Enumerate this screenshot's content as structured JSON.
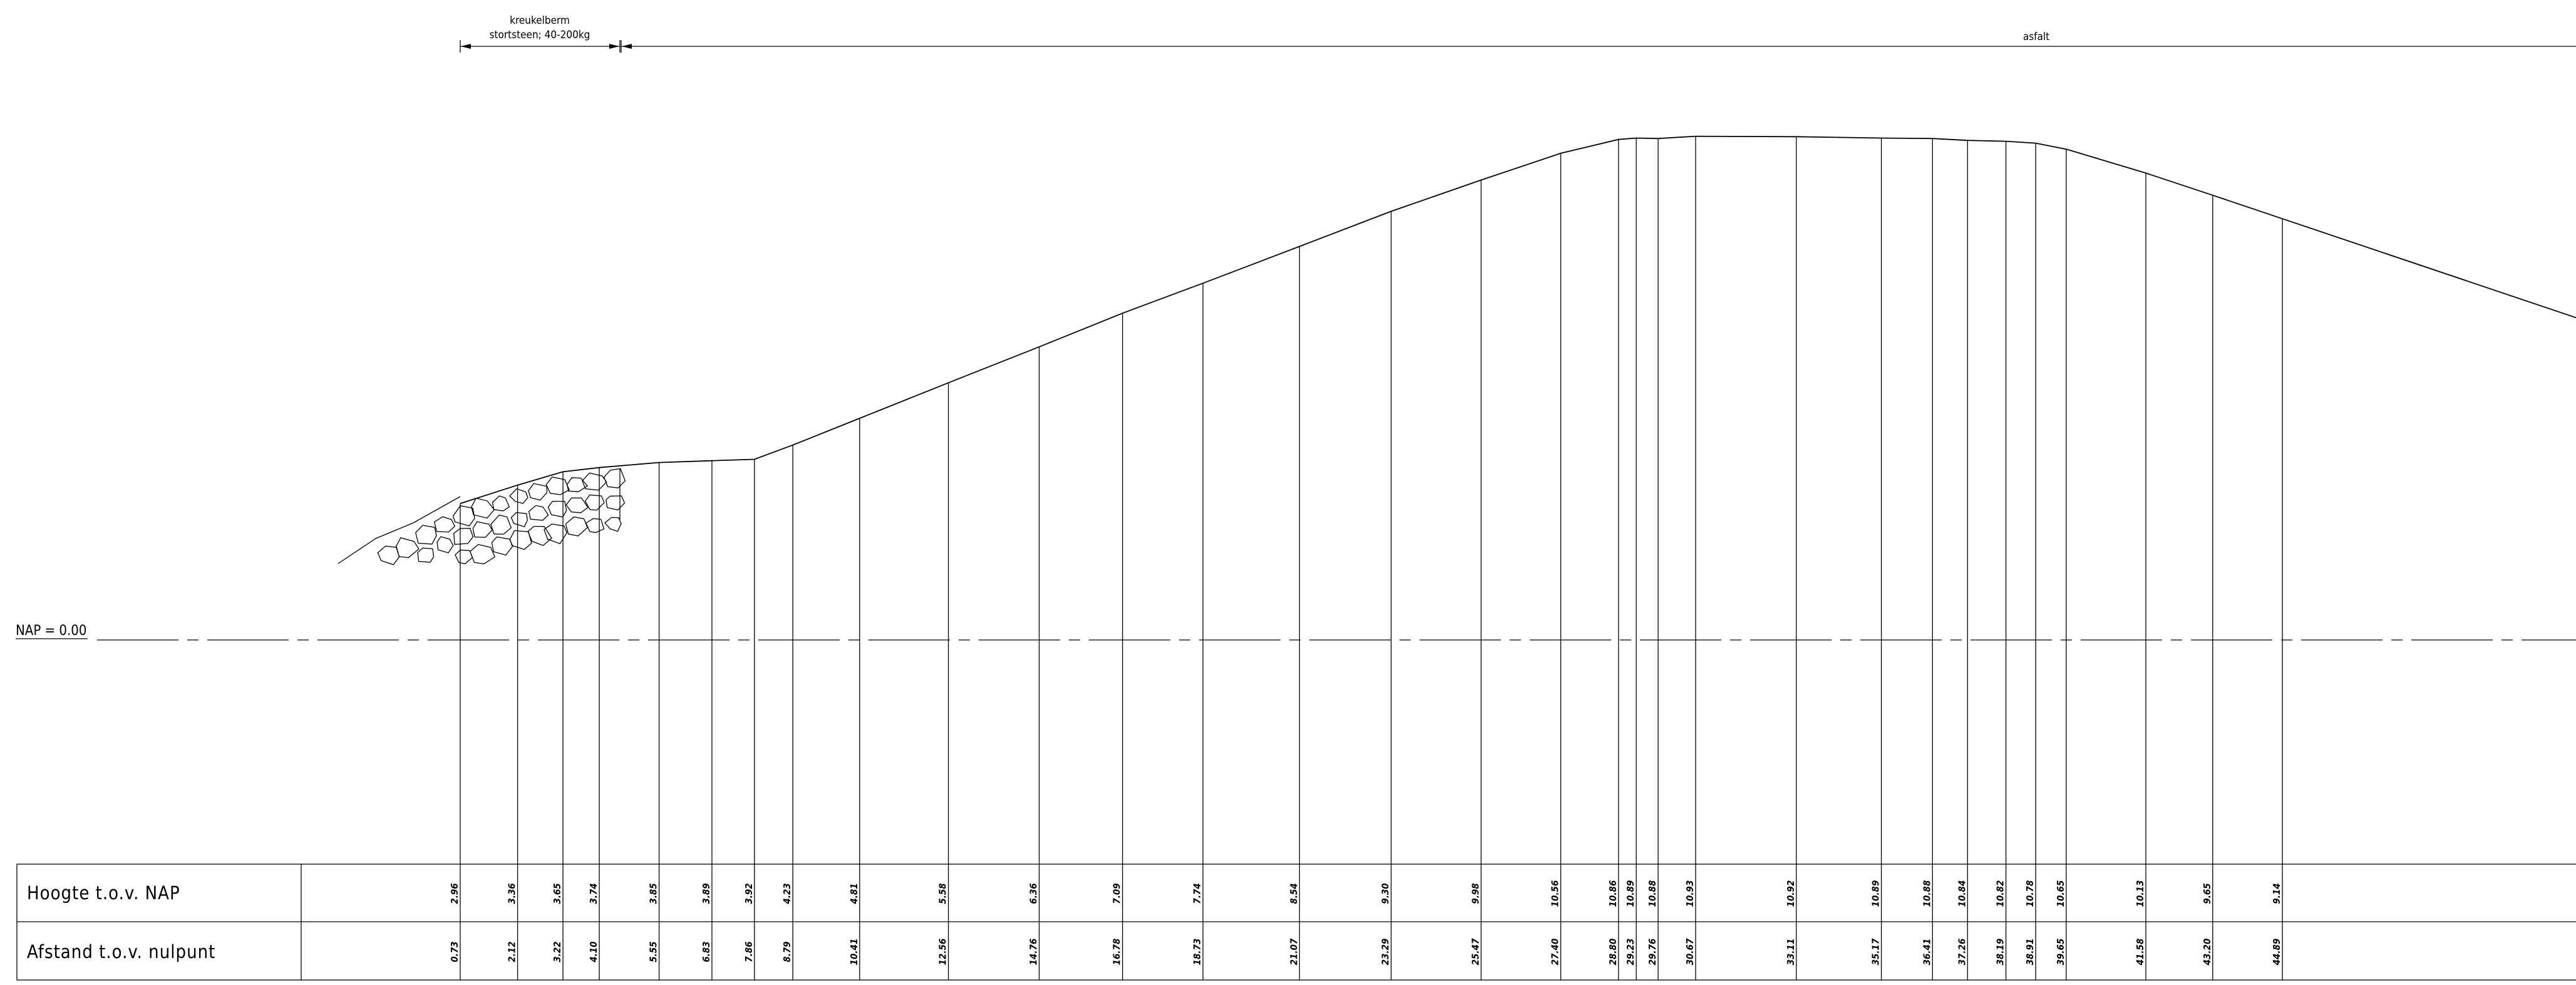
{
  "drawing": {
    "nap_label": "NAP = 0.00",
    "annotations": {
      "kreukelberm_line1": "kreukelberm",
      "kreukelberm_line2": "stortsteen; 40-200kg",
      "asfalt": "asfalt"
    },
    "table": {
      "row_height_label": "Hoogte t.o.v. NAP",
      "row_distance_label": "Afstand t.o.v. nulpunt"
    }
  },
  "chart_data": {
    "type": "line",
    "title": "",
    "xlabel": "Afstand t.o.v. nulpunt",
    "ylabel": "Hoogte t.o.v. NAP",
    "reference_line": {
      "name": "NAP",
      "value": 0.0
    },
    "points": [
      {
        "x": "0.73",
        "y": "2.96"
      },
      {
        "x": "2.12",
        "y": "3.36"
      },
      {
        "x": "3.22",
        "y": "3.65"
      },
      {
        "x": "4.10",
        "y": "3.74"
      },
      {
        "x": "5.55",
        "y": "3.85"
      },
      {
        "x": "6.83",
        "y": "3.89"
      },
      {
        "x": "7.86",
        "y": "3.92"
      },
      {
        "x": "8.79",
        "y": "4.23"
      },
      {
        "x": "10.41",
        "y": "4.81"
      },
      {
        "x": "12.56",
        "y": "5.58"
      },
      {
        "x": "14.76",
        "y": "6.36"
      },
      {
        "x": "16.78",
        "y": "7.09"
      },
      {
        "x": "18.73",
        "y": "7.74"
      },
      {
        "x": "21.07",
        "y": "8.54"
      },
      {
        "x": "23.29",
        "y": "9.30"
      },
      {
        "x": "25.47",
        "y": "9.98"
      },
      {
        "x": "27.40",
        "y": "10.56"
      },
      {
        "x": "28.80",
        "y": "10.86"
      },
      {
        "x": "29.23",
        "y": "10.89"
      },
      {
        "x": "29.76",
        "y": "10.88"
      },
      {
        "x": "30.67",
        "y": "10.93"
      },
      {
        "x": "33.11",
        "y": "10.92"
      },
      {
        "x": "35.17",
        "y": "10.89"
      },
      {
        "x": "36.41",
        "y": "10.88"
      },
      {
        "x": "37.26",
        "y": "10.84"
      },
      {
        "x": "38.19",
        "y": "10.82"
      },
      {
        "x": "38.91",
        "y": "10.78"
      },
      {
        "x": "39.65",
        "y": "10.65"
      },
      {
        "x": "41.58",
        "y": "10.13"
      },
      {
        "x": "43.20",
        "y": "9.65"
      },
      {
        "x": "44.89",
        "y": "9.14"
      }
    ]
  }
}
